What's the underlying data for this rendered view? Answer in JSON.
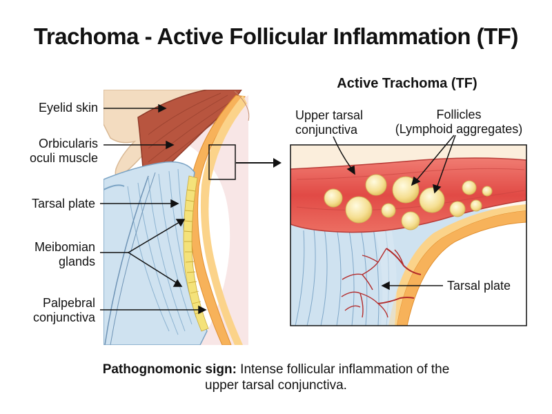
{
  "title": "Trachoma - Active Follicular Inflammation (TF)",
  "left_labels": {
    "eyelid_skin": "Eyelid skin",
    "orbicularis_1": "Orbicularis",
    "orbicularis_2": "oculi muscle",
    "tarsal_plate": "Tarsal plate",
    "meibomian_1": "Meibomian",
    "meibomian_2": "glands",
    "palpebral_1": "Palpebral",
    "palpebral_2": "conjunctiva"
  },
  "panel": {
    "title": "Active Trachoma (TF)",
    "upper_tarsal_1": "Upper tarsal",
    "upper_tarsal_2": "conjunctiva",
    "follicles_1": "Follicles",
    "follicles_2": "(Lymphoid aggregates)",
    "tarsal_plate": "Tarsal plate"
  },
  "caption": {
    "bold": "Pathognomonic sign:",
    "text_1": " Intense follicular inflammation of the",
    "text_2": "upper tarsal conjunctiva."
  },
  "colors": {
    "skin": "#f3dcc0",
    "muscle": "#b8553f",
    "tarsal": "#cfe2f0",
    "meibomian": "#f4e27a",
    "conjunctiva": "#f7b25a",
    "inflamed": "#e8514c",
    "follicle": "#f7e39a"
  }
}
